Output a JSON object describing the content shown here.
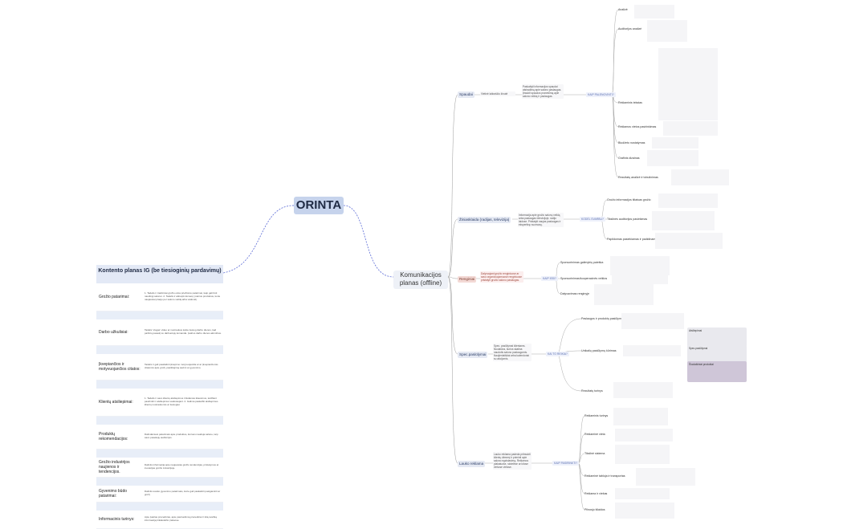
{
  "central_title": "ORINTA",
  "root_title": "Komunikacijos planas (offline)",
  "panel": {
    "title": "Kontento planas IG (be tiesioginių pardavimų)",
    "rows": [
      {
        "label": "Grožio patarimai:",
        "text": "1. Tadelis ir tradiciniai grožio odos priežiūros patarimai, kaip gali būti naudingi salonui. 2. Tadelis ir atkreipti dėmesį į įvairius produktus, kurie naujausiai praėjo per salono veiklą arba vadovėlį."
      },
      {
        "label": "Darbo užkulisiai:",
        "text": "Tadelis 'vlogas' video ar nuotraukos kokie tiesiog darbo dienos, kad pažintų pasaulį su darbuotojų komanda. Įvairios darbo dienos akimirkos."
      },
      {
        "label": "Įkvepiančios ir motyvuojančios citatos:",
        "text": "Tadelis ir gali pasidalinti įkvėpimo motyvuojančia ar ar įkvepiančiomis citatomis apie grožį, pasitikėjimą savimi ar gyvenimo."
      },
      {
        "label": "Klientų atsiliepimai:",
        "text": "1. Tadelis ir savo klientų atsiliepimus rinkdamas klausimus, leidžiant pasirinkti ir atsiliepimus vadovaujant. 2. Galima paskelbti atsiliepimus klientų nuotraukomis ar tiesiogiai."
      },
      {
        "label": "Produktų rekomendacijos:",
        "text": "Dalindamiesi patarimais apie produktus, kuriuos naudoja salone, tarp savo pasekėjų auditorijos."
      },
      {
        "label": "Grožio industrijos naujienos ir tendencijos.",
        "text": "Dalintis informacija apie naujausias grožio tendencijas, pristatymus ar inovacijas grožio industrijoje."
      },
      {
        "label": "Gyvenimo būdo patarimai:",
        "text": "Dalintis sveiko gyvenimo patarimais, kurie gali paskatinti pasigaminti ar grožį."
      },
      {
        "label": "Informacinis turinys:",
        "text": "Apie įvairias procedūras, apie pasiruošimą procedūrai ir kitą svarbią informaciją tinklaraščio įrašuose."
      }
    ]
  },
  "branches": [
    {
      "label": "Spaudai",
      "desc": "Vietinė laikraščio žinutė",
      "tag": "KAIP PALENGVINTI?",
      "note": "Paskaityti informacijos spaudai atsiradimą apie salono paslaugas. Įtraukti spaudos pranešimą apie salono veiklą ir paslaugas."
    },
    {
      "label": "Žiniasklaida (radijas, televizija)",
      "desc": "Informacija apie grožio salonų veiklą arba paslaugas televizijoje, radijo laidose. Pristatyti naujas paslaugas ir ekspertinę nuomonę.",
      "tag": "KODĖL SVARBU?",
      "note": ""
    },
    {
      "label": "Renginiai",
      "desc": "Dalyvaujant grožio renginiuose ar savo organizuojamuose renginiuose pristatyti grožio salono paslaugas.",
      "tag": "KAIP ISSI?",
      "note": ""
    },
    {
      "label": "Spec.pasiūlymai",
      "desc": "Spec. pasiūlymai klientams. Nuolaidos, kurios skatina naudotis salono paslaugomis. Naujienlaiškiai arba kalendoriai su akcijomis.",
      "tag": "KAI TO REIKIA?",
      "note": ""
    },
    {
      "label": "Lauko reklama",
      "desc": "Lauko reklama padeda pritraukti klientų dėmesį ir priminti apie salono egzistavimą. Reklamos plakatuose, stotelėse ar kitose viešose vietose.",
      "tag": "KAIP PASIRINKTI?",
      "note": ""
    }
  ],
  "leaves": {
    "spaudai": [
      "Analizė",
      "Auditorijos analizė",
      "Reklaminis tekstas",
      "Reklamos vietos pasirinkimas",
      "Biudžeto nustatymas",
      "Grafinis dizainas",
      "Rezultatų analizė ir tobulinimas"
    ],
    "ziniasklaida": [
      "Grožio informacijos ištaisas grožio",
      "Tikslinės auditorijos pasiekimas",
      "Papildomas pasiekiamas ir padidinamas"
    ],
    "renginiai": [
      "Sponsorinimas galimybių paieška",
      "Sponsorinimas/kooperacinės veiklos",
      "Dalyvavimas renginyje"
    ],
    "specpasiulymai": [
      "Paslaugos ir produktų pasiūlymas",
      "Unikalių pasiūlymų kūrimas",
      "Rezultatų turinys"
    ],
    "lauko": [
      "Reklaminis turinys",
      "Reklaminė vieta",
      "Tikslinė sistema",
      "Reklaminė tabloja ir transportas",
      "Reklama ir viešas",
      "Pilnosjo išlaidos"
    ]
  },
  "side_notes": [
    "Atsiliepimai",
    "Spec.pasiūlymai",
    "Šiuolaikiniai produktai"
  ]
}
